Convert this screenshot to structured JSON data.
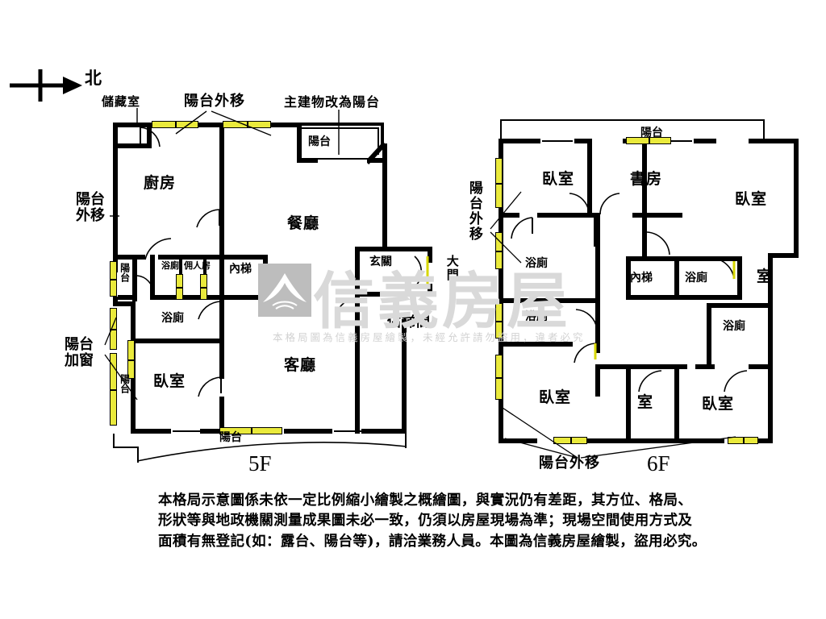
{
  "document": {
    "type": "floor-plan",
    "orientation_marker": {
      "arrow_direction": "right",
      "label": "北"
    },
    "watermark": {
      "brand": "信義房屋",
      "notice": "本格局圖為信義房屋繪製，未經允許請勿盜用，違者必究"
    },
    "disclaimer_lines": [
      "本格局示意圖係未依一定比例縮小繪製之概繪圖，與實況仍有差距，其方位、格局、",
      "形狀等與地政機關測量成果圖未必一致，仍須以房屋現場為準；現場空間使用方式及",
      "面積有無登記(如：露台、陽台等)，請洽業務人員。本圖為信義房屋繪製，盜用必究。"
    ]
  },
  "floors": [
    {
      "id": "5F",
      "caption": "5F",
      "rooms": [
        {
          "name": "儲藏室"
        },
        {
          "name": "廚房"
        },
        {
          "name": "陽台"
        },
        {
          "name": "餐廳"
        },
        {
          "name": "陽台"
        },
        {
          "name": "浴廁"
        },
        {
          "name": "佣人房"
        },
        {
          "name": "內梯"
        },
        {
          "name": "浴廁"
        },
        {
          "name": "玄關"
        },
        {
          "name": "大門"
        },
        {
          "name": "客廳"
        },
        {
          "name": "臥室"
        },
        {
          "name": "陽台"
        },
        {
          "name": "陽台"
        }
      ],
      "annotations": [
        {
          "text": "儲藏室"
        },
        {
          "text": "陽台外移"
        },
        {
          "text": "主建物改為陽台"
        },
        {
          "text": "陽台外移"
        },
        {
          "text": "陽台加窗"
        },
        {
          "text": "佔梯間"
        }
      ]
    },
    {
      "id": "6F",
      "caption": "6F",
      "rooms": [
        {
          "name": "陽台"
        },
        {
          "name": "臥室"
        },
        {
          "name": "書房"
        },
        {
          "name": "臥室"
        },
        {
          "name": "浴廁"
        },
        {
          "name": "內梯"
        },
        {
          "name": "浴廁"
        },
        {
          "name": "室"
        },
        {
          "name": "浴廁"
        },
        {
          "name": "浴廁"
        },
        {
          "name": "臥室"
        },
        {
          "name": "室"
        },
        {
          "name": "臥室"
        }
      ],
      "annotations": [
        {
          "text": "陽台外移"
        },
        {
          "text": "陽台外移"
        }
      ]
    }
  ],
  "labels": {
    "north": "北",
    "storage": "儲藏室",
    "balcony_relocate": "陽台外移",
    "main_to_balcony": "主建物改為陽台",
    "balcony_window": "陽台加窗",
    "stair_encroach": "佔梯間",
    "kitchen": "廚房",
    "dining": "餐廳",
    "living": "客廳",
    "balcony": "陽台",
    "bath": "浴廁",
    "maid_room": "佣人房",
    "inner_stair": "內梯",
    "foyer": "玄關",
    "main_door": "大門",
    "bedroom": "臥室",
    "study": "書房",
    "room": "室",
    "floor5": "5F",
    "floor6": "6F",
    "balcony_relocate_v": "陽台外移",
    "balcony_relocate_left_v": "陽台外移"
  },
  "colors": {
    "wall": "#000000",
    "window_fill": "#eaea3c",
    "background": "#ffffff",
    "watermark_grey": "#d9d9d9",
    "watermark_mark": "#bdbdbd"
  }
}
